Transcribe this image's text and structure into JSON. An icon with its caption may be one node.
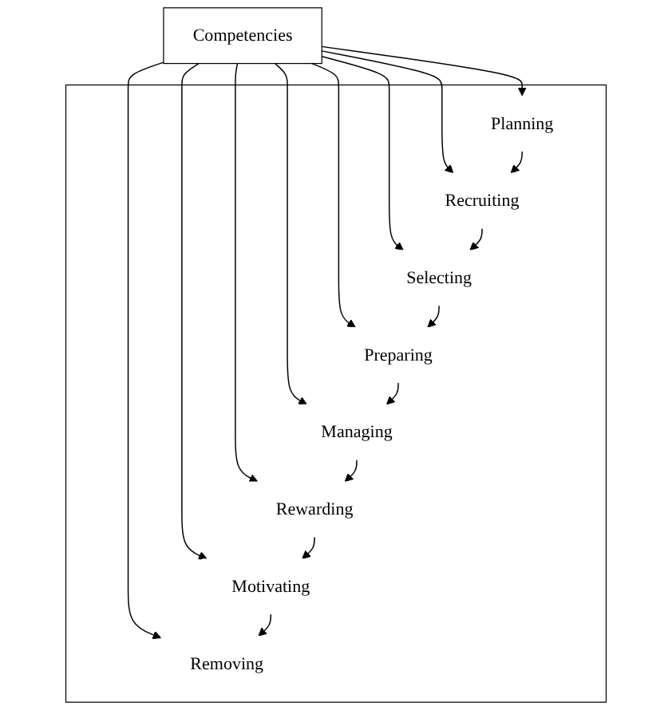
{
  "diagram": {
    "nodes": [
      {
        "text": [
          "Competencies"
        ]
      },
      {
        "text": [],
        "shape": "box"
      },
      {
        "text": [
          "Planning"
        ],
        "in": 1
      },
      {
        "text": [
          "Recruiting"
        ],
        "in": 1
      },
      {
        "text": [
          "Selecting"
        ],
        "in": 1
      },
      {
        "text": [
          "Preparing"
        ],
        "in": 1
      },
      {
        "text": [
          "Managing"
        ],
        "in": 1
      },
      {
        "text": [
          "Rewarding"
        ],
        "in": 1
      },
      {
        "text": [
          "Motivating"
        ],
        "in": 1
      },
      {
        "text": [
          "Removing"
        ],
        "in": 1
      }
    ],
    "edges": [
      {
        "from": 0,
        "to": 2,
        "arrow": "to"
      },
      {
        "from": 0,
        "to": 3,
        "arrow": "to"
      },
      {
        "from": 0,
        "to": 4,
        "arrow": "to"
      },
      {
        "from": 0,
        "to": 5,
        "arrow": "to"
      },
      {
        "from": 0,
        "to": 6,
        "arrow": "to"
      },
      {
        "from": 0,
        "to": 7,
        "arrow": "to"
      },
      {
        "from": 0,
        "to": 8,
        "arrow": "to"
      },
      {
        "from": 0,
        "to": 9,
        "arrow": "to"
      },
      {
        "from": 2,
        "to": 3,
        "arrow": "to"
      },
      {
        "from": 3,
        "to": 4,
        "arrow": "to"
      },
      {
        "from": 4,
        "to": 5,
        "arrow": "to"
      },
      {
        "from": 5,
        "to": 6,
        "arrow": "to"
      },
      {
        "from": 6,
        "to": 7,
        "arrow": "to"
      },
      {
        "from": 7,
        "to": 8,
        "arrow": "to"
      },
      {
        "from": 8,
        "to": 9,
        "arrow": "to"
      }
    ]
  }
}
